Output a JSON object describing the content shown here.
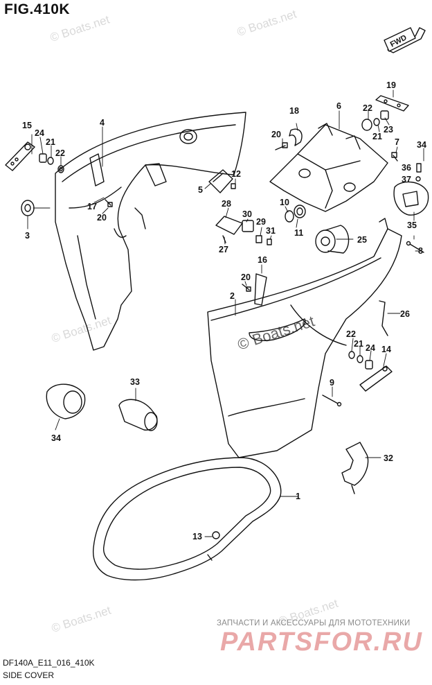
{
  "figure": {
    "title": "FIG.410K",
    "model_code": "DF140A_E11_016_410K",
    "caption": "SIDE COVER",
    "fwd_label": "FWD"
  },
  "watermarks": [
    "© Boats.net",
    "© Boats.net",
    "© Boats.net",
    "© Boats.net",
    "© Boats.net",
    "© Boats.net"
  ],
  "branding": {
    "promo_text": "ЗАПЧАСТИ И АКСЕССУАРЫ ДЛЯ МОТОТЕХНИКИ",
    "site": "PARTSFOR.RU",
    "color": "#e9a8a8"
  },
  "callouts": [
    "1",
    "2",
    "3",
    "4",
    "5",
    "6",
    "7",
    "8",
    "9",
    "10",
    "11",
    "12",
    "13",
    "14",
    "15",
    "16",
    "17",
    "18",
    "19",
    "20",
    "21",
    "22",
    "23",
    "24",
    "25",
    "26",
    "27",
    "28",
    "29",
    "30",
    "31",
    "32",
    "33",
    "34",
    "35",
    "36",
    "37"
  ]
}
